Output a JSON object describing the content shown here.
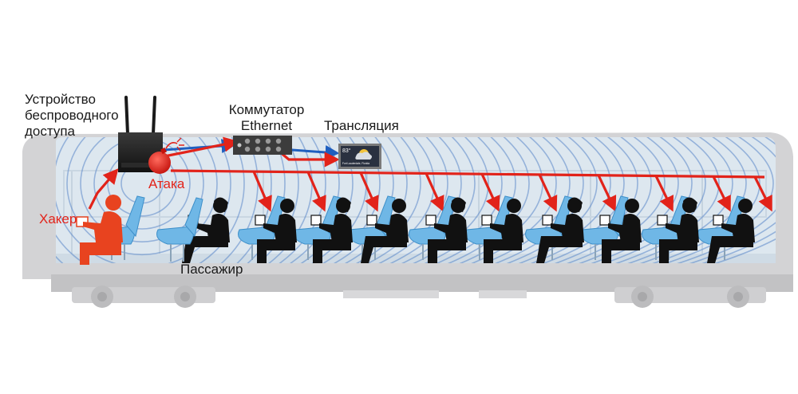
{
  "labels": {
    "access_device_line1": "Устройство",
    "access_device_line2": "беспроводного",
    "access_device_line3": "доступа",
    "switch_line1": "Коммутатор",
    "switch_line2": "Ethernet",
    "broadcast": "Трансляция",
    "hacker": "Хакер",
    "attack": "Атака",
    "passenger": "Пассажир"
  },
  "display": {
    "temperature": "83°",
    "location": "Fort Lauderdale, Florida"
  },
  "colors": {
    "attack_red": "#e2231a",
    "network_blue": "#1f5fbf",
    "signal_blue": "#5a86c8",
    "car_body": "#d3d3d5",
    "cabin_interior": "#dce6ee",
    "seat_blue": "#6fb7e6",
    "passenger_black": "#111111",
    "hacker_orange": "#e8431f"
  },
  "icons": {
    "access_point": "wireless-router-icon",
    "switch": "ethernet-switch-icon",
    "display": "cabin-display-icon",
    "attack": "bomb-icon",
    "hacker": "hacker-figure-icon",
    "passenger": "passenger-figure-icon"
  },
  "passenger_count": 11
}
